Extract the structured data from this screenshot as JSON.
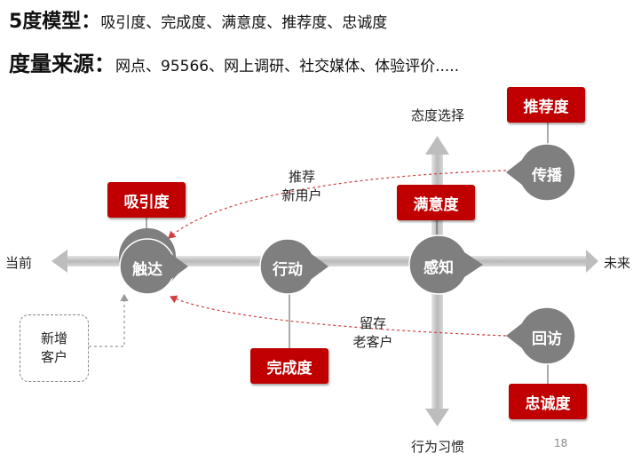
{
  "header": {
    "model_label": "5度模型：",
    "model_text": "吸引度、完成度、满意度、推荐度、忠诚度",
    "source_label": "度量来源：",
    "source_text": "网点、95566、网上调研、社交媒体、体验评价....."
  },
  "axes": {
    "left": "当前",
    "right": "未来",
    "top": "态度选择",
    "bottom": "行为习惯"
  },
  "nodes": {
    "touch": "触达",
    "action": "行动",
    "perceive": "感知",
    "spread": "传播",
    "revisit": "回访"
  },
  "tags": {
    "attraction": "吸引度",
    "completion": "完成度",
    "satisfaction": "满意度",
    "recommendation": "推荐度",
    "loyalty": "忠诚度"
  },
  "notes": {
    "recommend_line1": "推荐",
    "recommend_line2": "新用户",
    "retain_line1": "留存",
    "retain_line2": "老客户",
    "new_customer_line1": "新增",
    "new_customer_line2": "客户"
  },
  "page_number": "18",
  "colors": {
    "accent_red": "#c00000",
    "node_gray": "#7f7f7f",
    "arrow_gray": "#bfbfbf",
    "dashed_red": "#d04040"
  }
}
